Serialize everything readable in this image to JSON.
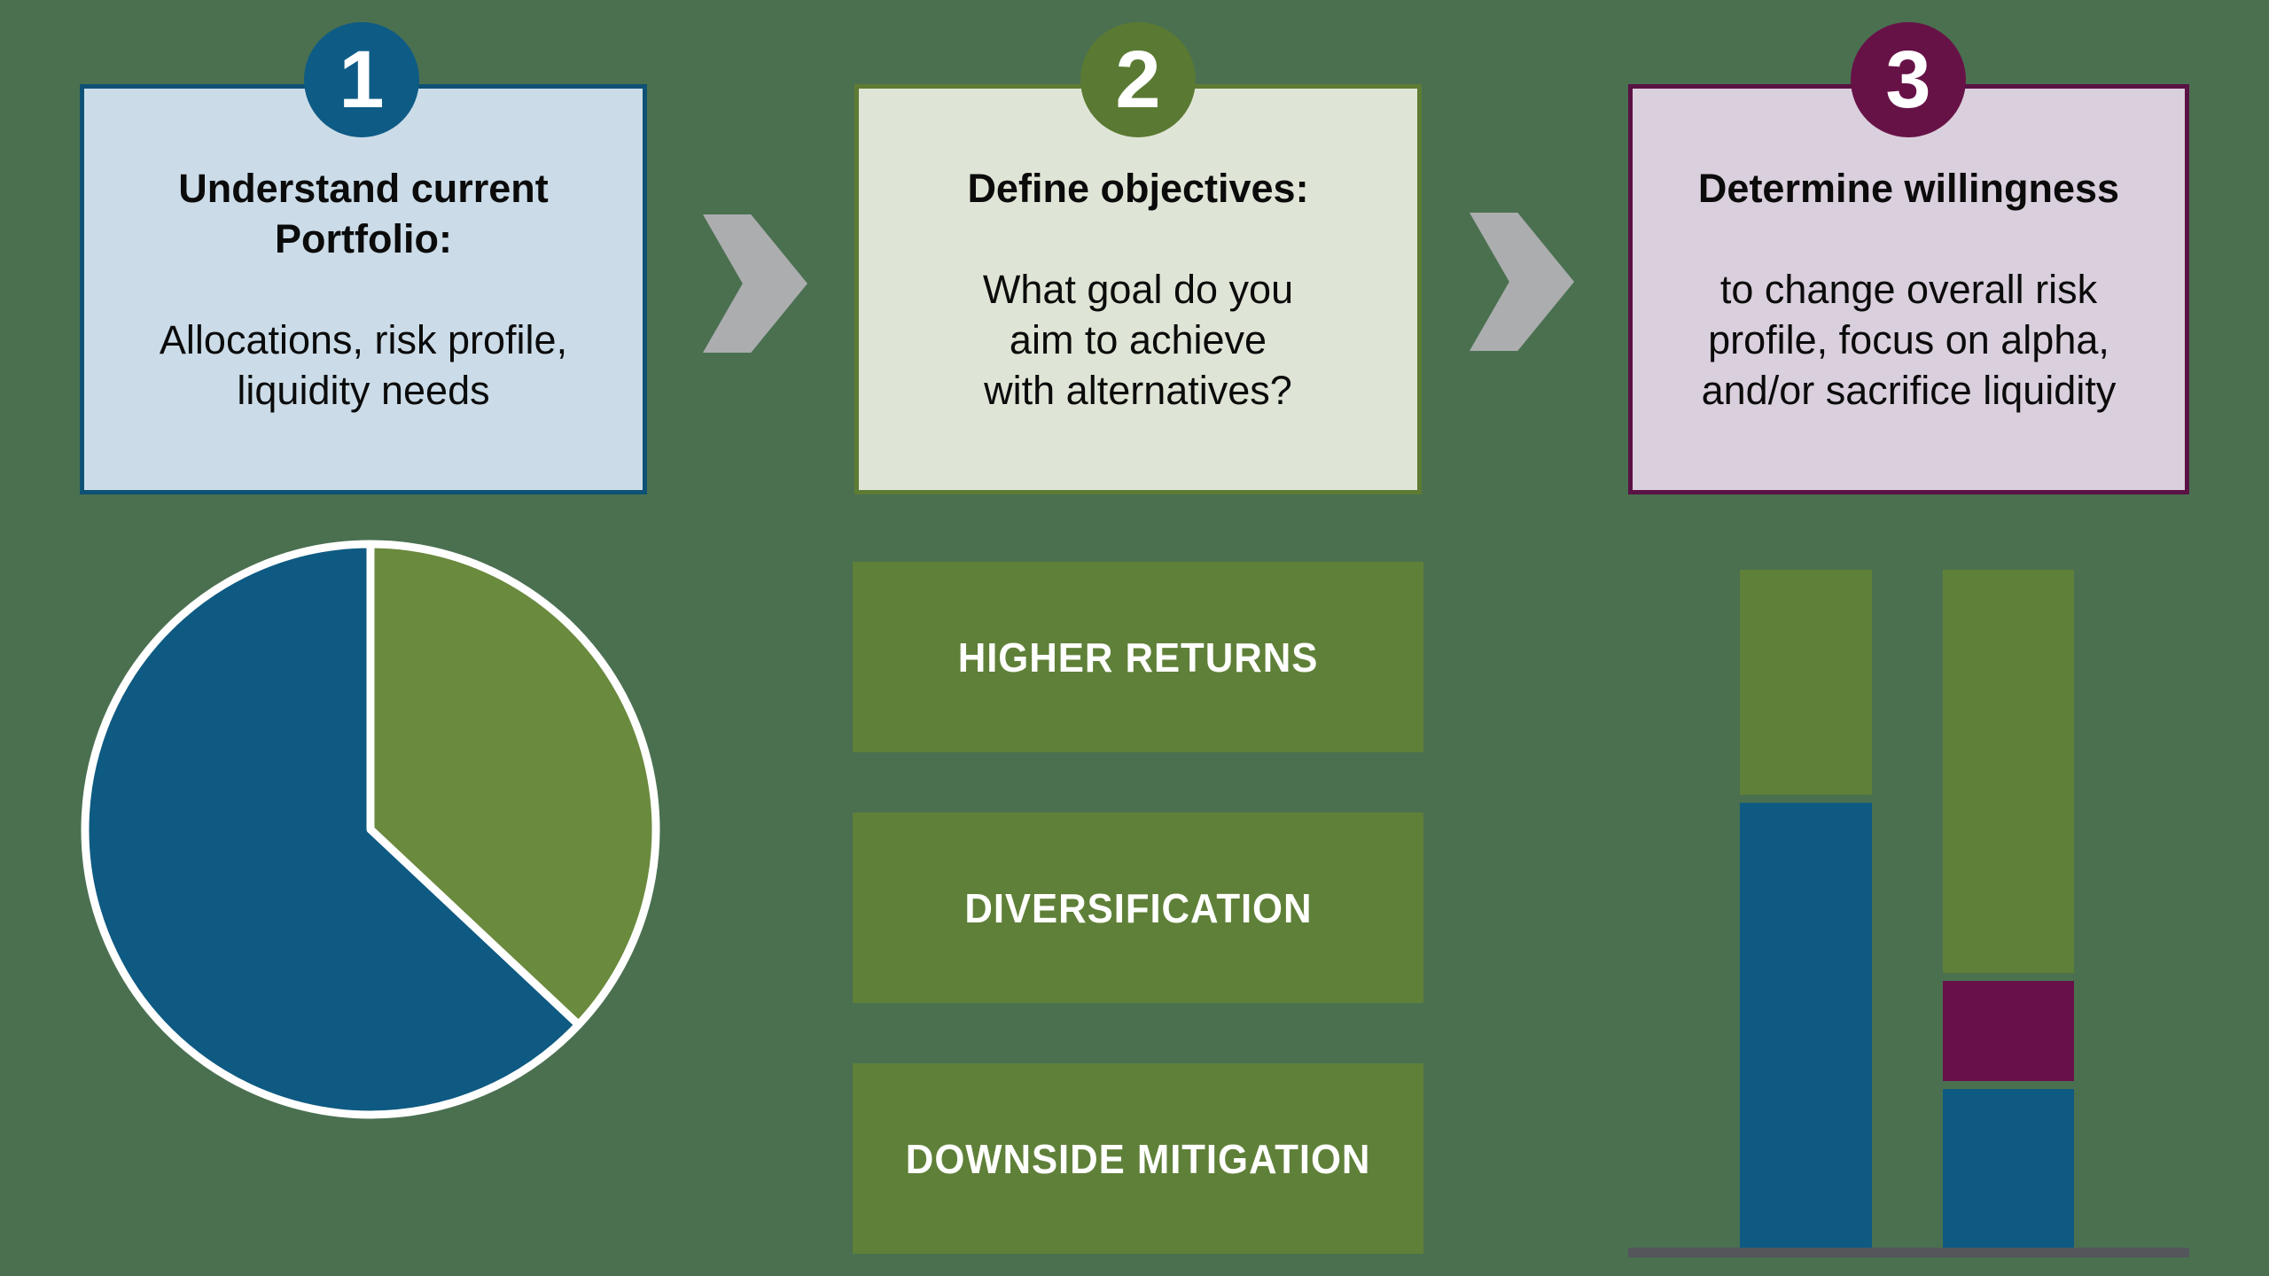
{
  "colors": {
    "background": "#4A7050",
    "text": "#0B0B0B",
    "blue": "#0E5A82",
    "blue_circle": "#0E5B86",
    "blue_border": "#0F5174",
    "blue_box_fill": "#CBDCE8",
    "olive": "#5F8038",
    "olive_circle": "#5A7A33",
    "olive_border": "#5E7B33",
    "olive_box_fill": "#DFE5D6",
    "pie_green": "#6A8A3E",
    "maroon": "#68104A",
    "maroon_circle": "#671247",
    "maroon_border": "#5A1144",
    "maroon_box_fill": "#DACFDC",
    "chevron_gray": "#ACADAF",
    "baseline_gray": "#54565B",
    "white": "#FFFFFF"
  },
  "steps": [
    {
      "badge": "1",
      "title": "Understand current\nPortfolio:",
      "body": "Allocations, risk profile,\nliquidity needs"
    },
    {
      "badge": "2",
      "title": "Define objectives:",
      "body": "What goal do you\naim to achieve\nwith alternatives?"
    },
    {
      "badge": "3",
      "title": "Determine willingness",
      "body": "to change overall risk\nprofile, focus on alpha,\nand/or sacrifice liquidity"
    }
  ],
  "objective_buttons": [
    {
      "label": "HIGHER RETURNS"
    },
    {
      "label": "DIVERSIFICATION"
    },
    {
      "label": "DOWNSIDE MITIGATION"
    }
  ],
  "chart_data": [
    {
      "type": "pie",
      "title": "",
      "start_angle_deg": -90,
      "direction": "clockwise",
      "outline_color": "#FFFFFF",
      "slices": [
        {
          "label": "green",
          "pct": 37
        },
        {
          "label": "blue",
          "pct": 63
        }
      ]
    },
    {
      "type": "bar",
      "subtype": "stacked",
      "title": "",
      "bars": [
        {
          "label": "bar-1",
          "segments": [
            {
              "label": "green",
              "pct": 33.2
            },
            {
              "label": "blue",
              "pct": 65.8
            }
          ]
        },
        {
          "label": "bar-2",
          "segments": [
            {
              "label": "green",
              "pct": 59.3
            },
            {
              "label": "maroon",
              "pct": 14.8
            },
            {
              "label": "blue",
              "pct": 23.3
            }
          ]
        }
      ]
    }
  ]
}
